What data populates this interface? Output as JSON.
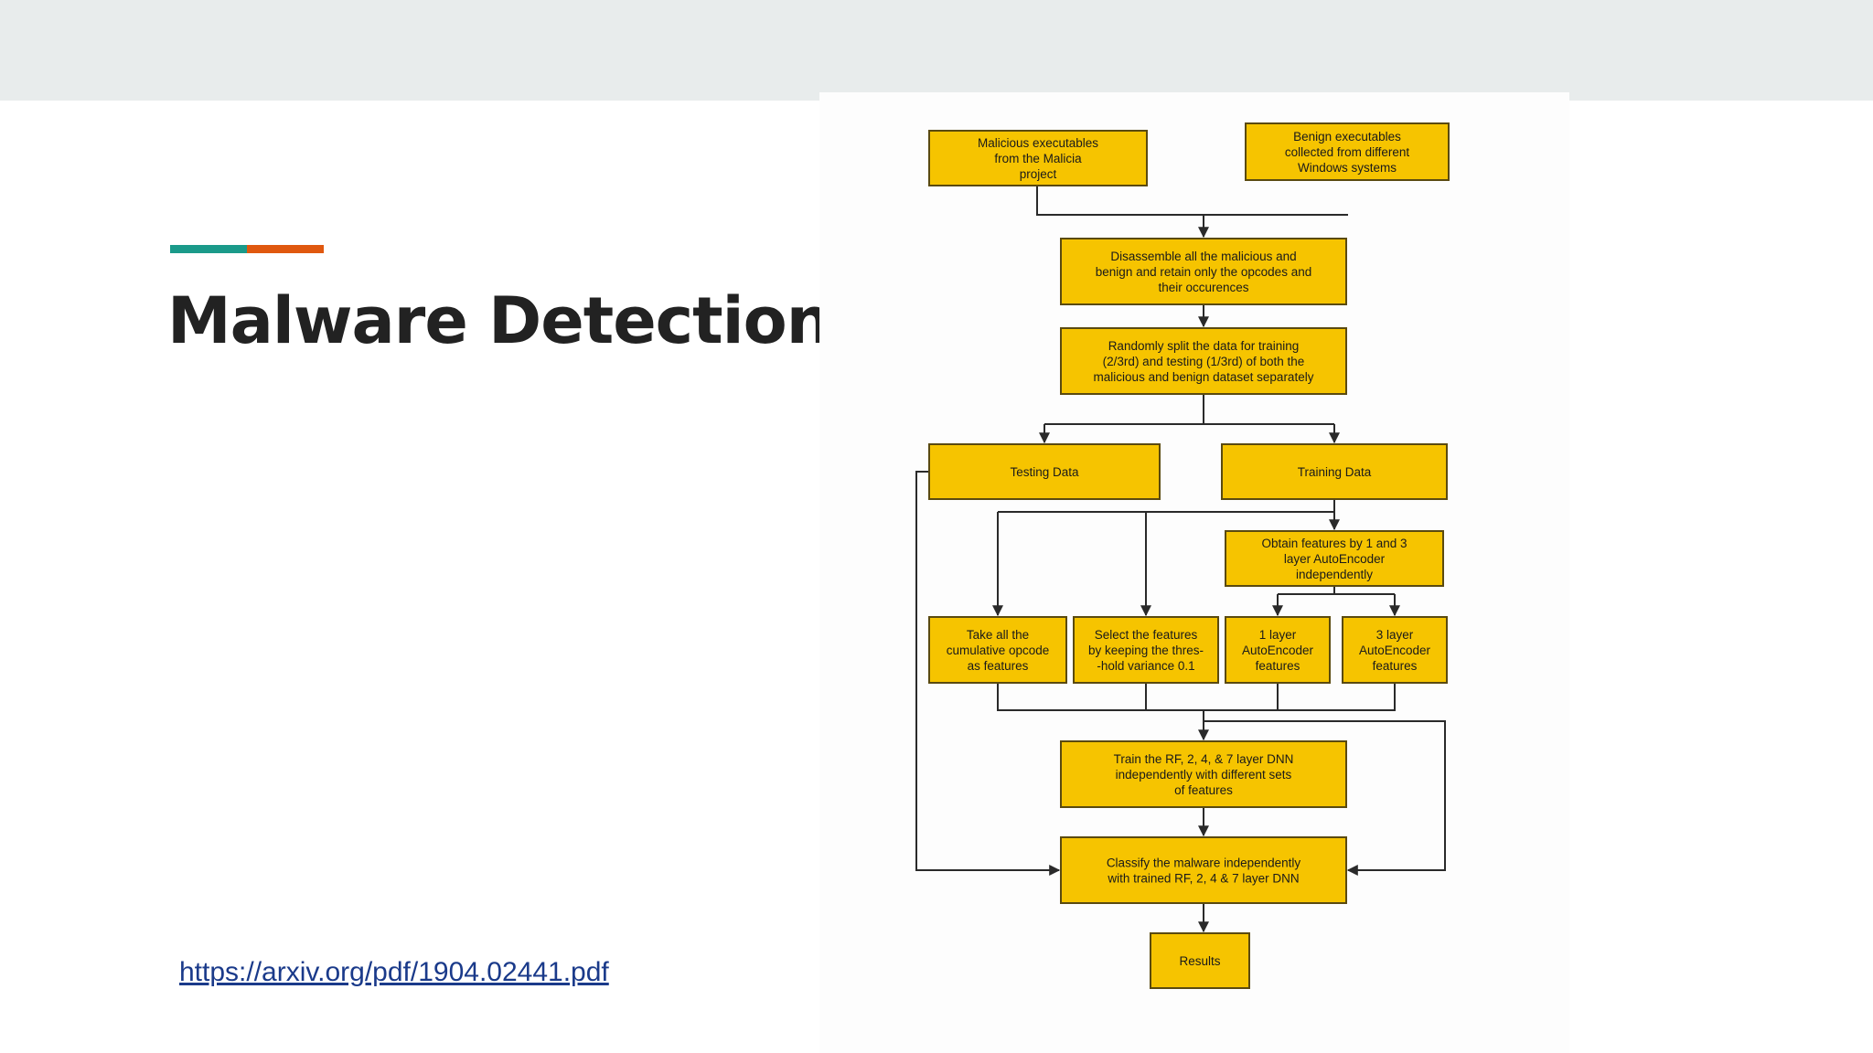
{
  "slide": {
    "title": "Malware Detection",
    "link_text": "https://arxiv.org/pdf/1904.02441.pdf",
    "accent_colors": [
      "#1a9a8a",
      "#e0580f"
    ]
  },
  "diagram": {
    "node_color": "#f6c400",
    "nodes": {
      "malicious": [
        "Malicious executables",
        "from  the Malicia",
        "project"
      ],
      "benign": [
        "Benign executables",
        "collected from different",
        "Windows systems"
      ],
      "disassemble": [
        "Disassemble all the malicious and",
        "benign and retain only the opcodes and",
        "their occurences"
      ],
      "split": [
        "Randomly split the data for training",
        "(2/3rd) and testing (1/3rd) of both the",
        "malicious and benign dataset separately"
      ],
      "testing": [
        "Testing Data"
      ],
      "training": [
        "Training Data"
      ],
      "autoencoder": [
        "Obtain features by 1 and 3",
        "layer AutoEncoder",
        "independently"
      ],
      "cumulative": [
        "Take all the",
        "cumulative opcode",
        "as features"
      ],
      "variance": [
        "Select the features",
        "by keeping the thres-",
        "-hold variance 0.1"
      ],
      "ae1": [
        "1 layer",
        "AutoEncoder",
        "features"
      ],
      "ae3": [
        "3 layer",
        "AutoEncoder",
        "features"
      ],
      "train": [
        "Train the RF, 2, 4, & 7 layer DNN",
        "independently with different sets",
        "of features"
      ],
      "classify": [
        "Classify the malware independently",
        "with trained RF, 2, 4 & 7 layer DNN"
      ],
      "results": [
        "Results"
      ]
    }
  }
}
